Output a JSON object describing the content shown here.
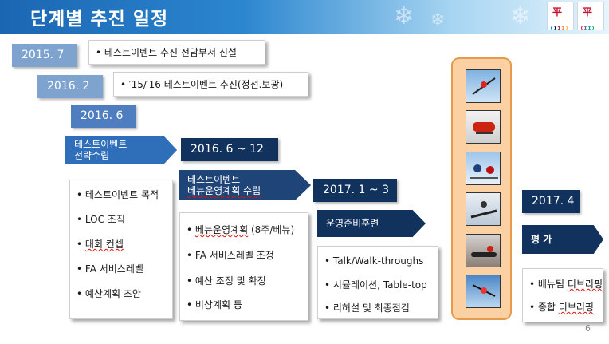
{
  "title": "단계별 추진 일정",
  "logo": {
    "brand_color": "#c8102e",
    "mark": "平"
  },
  "dates": {
    "d1": "2015. 7",
    "d2": "2016. 2",
    "d3": "2016. 6",
    "d4": "2016. 6  ~ 12",
    "d5": "2017. 1  ~ 3",
    "d6": "2017. 4"
  },
  "notes": {
    "n1": "• 테스트이벤트 추진 전담부서 신설",
    "n2": "• ′15/′16 테스트이벤트 추진(정선.보광)"
  },
  "arrows": {
    "strategy": [
      "테스트이벤트",
      "전략수립"
    ],
    "venue_plan": [
      "테스트이벤트",
      "베뉴운영계획 수립"
    ],
    "training": "운영준비훈련",
    "evaluation": "평  가"
  },
  "lists": {
    "strategy_items": [
      "• 테스트이벤트 목적",
      "• LOC 조직",
      "• 대회 컨셉",
      "• FA 서비스레벨",
      "• 예산계획 초안"
    ],
    "venue_items": [
      "• 베뉴운영계획 (8주/베뉴)",
      "• FA 서비스레벨 조정",
      "• 예산 조정 및 확정",
      "• 비상계획 등"
    ],
    "training_items": [
      "• Talk/Walk-throughs",
      "• 시뮬레이션, Table-top",
      "• 리허설 및 최종점검"
    ],
    "evaluation_items": [
      "• 베뉴팀 디브리핑",
      "• 종합 디브리핑"
    ]
  },
  "photos": [
    "ski-jump-photo",
    "bobsleigh-photo",
    "sledge-hockey-photo",
    "snowboard-photo",
    "luge-photo",
    "aerials-photo"
  ],
  "page_number": "6",
  "colors": {
    "header_blue": "#1b66b3",
    "date_light": "#7ea3cf",
    "date_mid": "#4f7ec0",
    "navy": "#12325e",
    "panel_fill": "#fbd0a3",
    "panel_border": "#e59a4c"
  }
}
